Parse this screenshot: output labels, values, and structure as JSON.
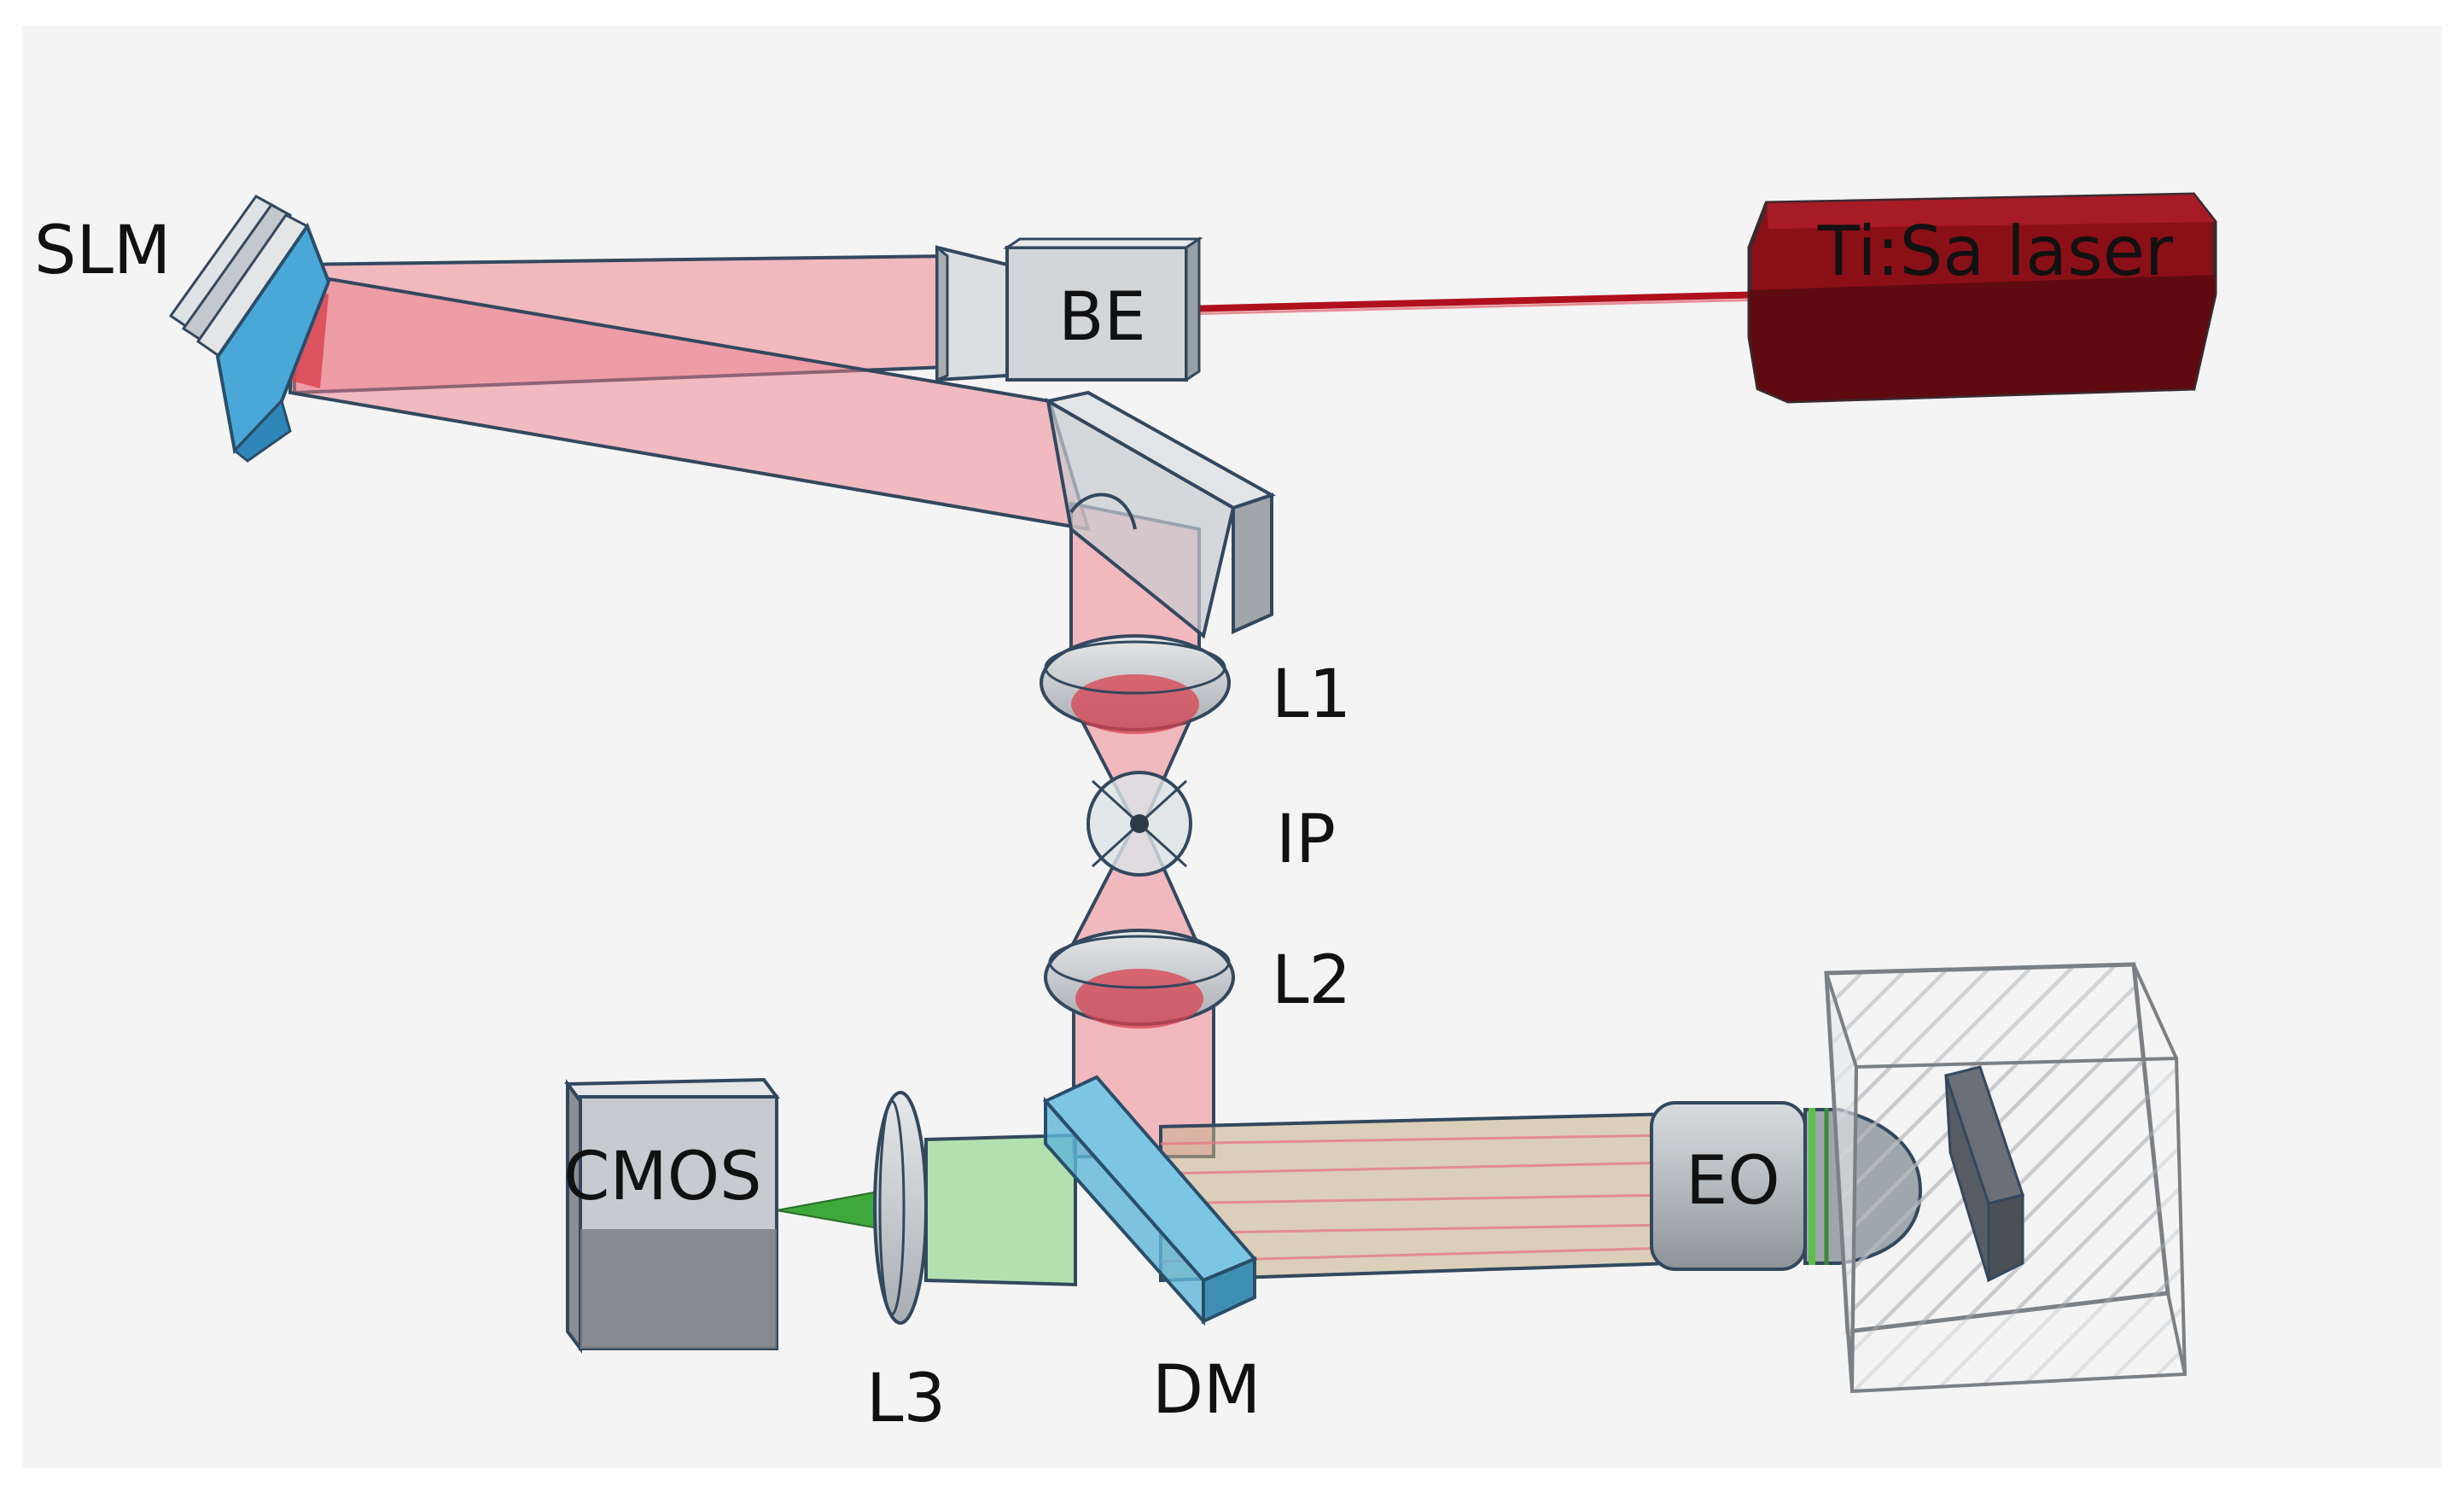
{
  "diagram": {
    "labels": {
      "slm": "SLM",
      "be": "BE",
      "laser": "Ti:Sa laser",
      "l1": "L1",
      "ip": "IP",
      "l2": "L2",
      "cmos": "CMOS",
      "l3": "L3",
      "dm": "DM",
      "eo": "EO"
    }
  },
  "colors": {
    "background_panel": "#f4f4f4",
    "laser_body": "#8b0f17",
    "laser_dark": "#5e0a10",
    "red_beam": "#e85a68",
    "green_beam": "#86d27f",
    "component_gray": "#c9cdd1",
    "component_dark_gray": "#7c8186",
    "slm_blue": "#4aa8d8",
    "dm_blue": "#5fb6d8"
  }
}
